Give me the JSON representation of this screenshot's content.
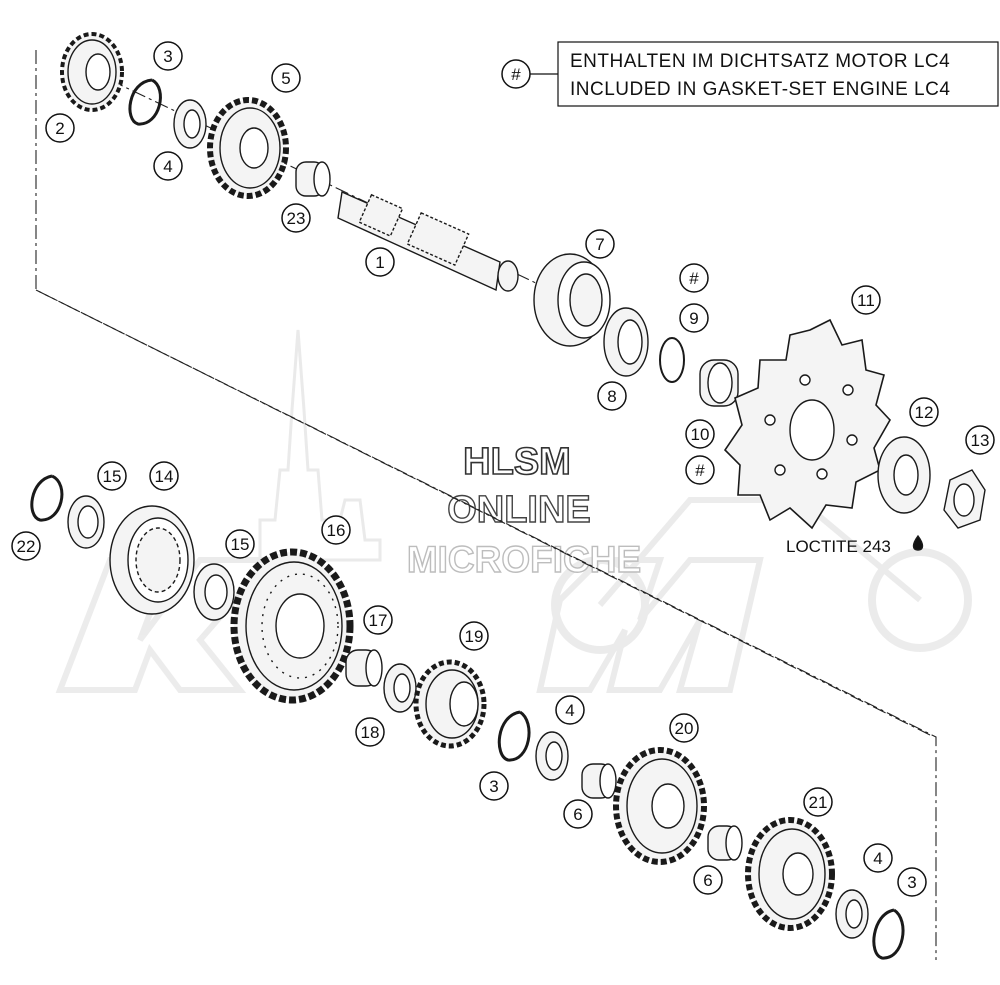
{
  "legend": {
    "symbol": "#",
    "line1": "ENTHALTEN IM DICHTSATZ MOTOR LC4",
    "line2": "INCLUDED IN GASKET-SET ENGINE LC4"
  },
  "loctite_label": "LOCTITE 243",
  "watermark": {
    "line1": "HLSM",
    "line2": "ONLINE",
    "line3": "MICROFICHE",
    "brand": "KTM"
  },
  "callouts": {
    "c1": "1",
    "c2": "2",
    "c3a": "3",
    "c4a": "4",
    "c5": "5",
    "c7": "7",
    "c8": "8",
    "c9": "9",
    "c10": "10",
    "c11": "11",
    "c12": "12",
    "c13": "13",
    "c14": "14",
    "c15a": "15",
    "c15b": "15",
    "c16": "16",
    "c17": "17",
    "c18": "18",
    "c19": "19",
    "c20": "20",
    "c21": "21",
    "c22": "22",
    "c23": "23",
    "c3b": "3",
    "c4b": "4",
    "c6a": "6",
    "c6b": "6",
    "c4c": "4",
    "c3c": "3",
    "hash1": "#",
    "hash2": "#"
  },
  "colors": {
    "line": "#1a1a1a",
    "part_fill": "#f4f4f4",
    "watermark": "#d6d6d6"
  }
}
